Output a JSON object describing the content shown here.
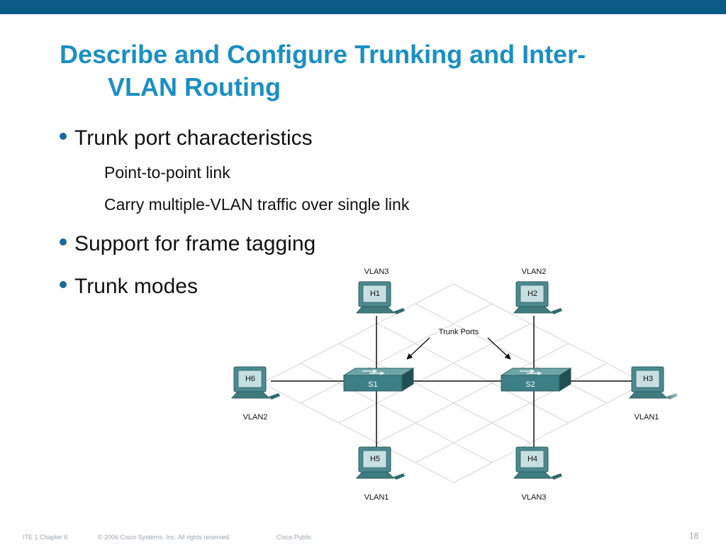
{
  "slide": {
    "title_line1": "Describe and Configure Trunking and Inter-",
    "title_line2": "VLAN Routing",
    "bullets": [
      {
        "text": "Trunk port characteristics"
      },
      {
        "text": "Support for frame tagging"
      },
      {
        "text": "Trunk modes"
      }
    ],
    "sub_bullets": [
      "Point-to-point link",
      "Carry multiple-VLAN traffic over single link"
    ]
  },
  "diagram": {
    "annotation": "Trunk Ports",
    "switches": [
      {
        "id": "S1"
      },
      {
        "id": "S2"
      }
    ],
    "hosts": [
      {
        "id": "H1",
        "vlan": "VLAN3"
      },
      {
        "id": "H2",
        "vlan": "VLAN2"
      },
      {
        "id": "H3",
        "vlan": "VLAN1"
      },
      {
        "id": "H4",
        "vlan": "VLAN3"
      },
      {
        "id": "H5",
        "vlan": "VLAN1"
      },
      {
        "id": "H6",
        "vlan": "VLAN2"
      }
    ]
  },
  "footer": {
    "chapter": "ITE 1 Chapter 6",
    "copyright": "© 2006 Cisco Systems, Inc. All rights reserved.",
    "classification": "Cisco Public",
    "page": "18"
  },
  "colors": {
    "topbar": "#0b5a86",
    "title": "#1a8fc4",
    "device": "#2f7277"
  }
}
